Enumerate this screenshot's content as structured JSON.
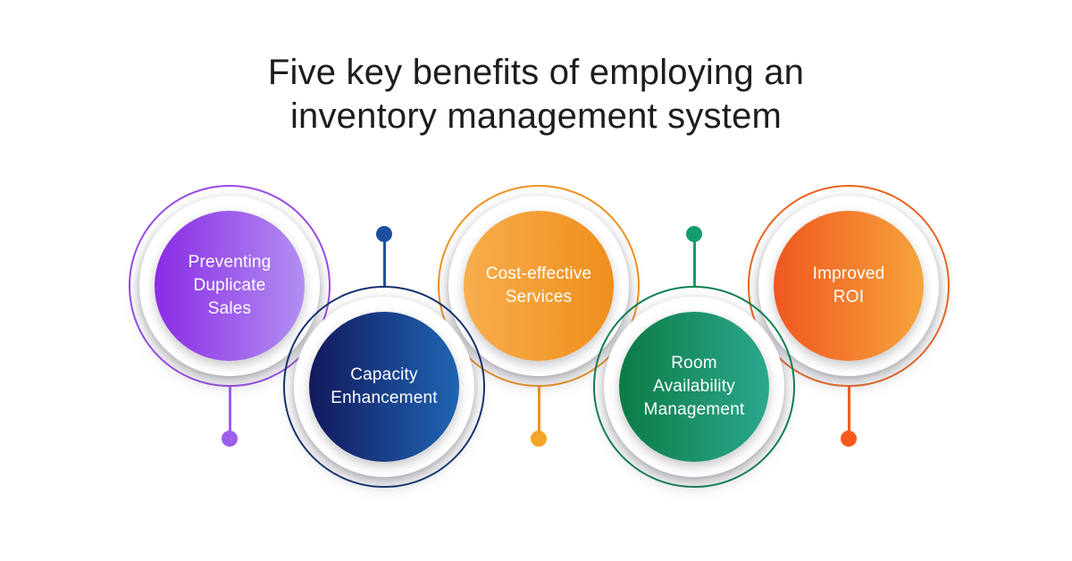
{
  "title": {
    "line1": "Five key benefits of employing an",
    "line2": "inventory management system",
    "color": "#1d1d1d"
  },
  "background_color": "#ffffff",
  "label_text_color": "#ffffff",
  "circles": [
    {
      "label": "Preventing Duplicate Sales",
      "lines": [
        "Preventing",
        "Duplicate",
        "Sales"
      ],
      "ring_color": "#9a4be8",
      "gradient_start": "#8a2be4",
      "gradient_end": "#b18ff2",
      "dot_color": "#9c5fea",
      "connector": "down"
    },
    {
      "label": "Capacity Enhancement",
      "lines": [
        "Capacity",
        "Enhancement"
      ],
      "ring_color": "#14316f",
      "gradient_start": "#12195c",
      "gradient_end": "#1f65b3",
      "dot_color": "#1d4f9f",
      "connector": "up"
    },
    {
      "label": "Cost-effective Services",
      "lines": [
        "Cost-effective",
        "Services"
      ],
      "ring_color": "#f0931f",
      "gradient_start": "#f7ae4d",
      "gradient_end": "#ef8e1b",
      "dot_color": "#f5a425",
      "connector": "down"
    },
    {
      "label": "Room Availability Management",
      "lines": [
        "Room",
        "Availability",
        "Management"
      ],
      "ring_color": "#0d8050",
      "gradient_start": "#0c7b44",
      "gradient_end": "#2ca88f",
      "dot_color": "#149c6c",
      "connector": "up"
    },
    {
      "label": "Improved ROI",
      "lines": [
        "Improved",
        "ROI"
      ],
      "ring_color": "#ec6520",
      "gradient_start": "#f0571f",
      "gradient_end": "#f6a43c",
      "dot_color": "#f75a1c",
      "connector": "down"
    }
  ]
}
